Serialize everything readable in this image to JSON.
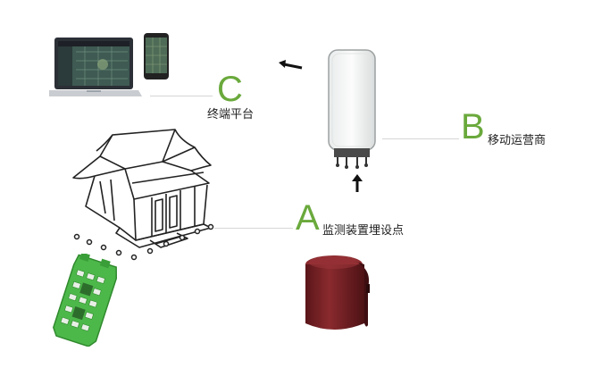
{
  "colors": {
    "accent": "#6aa93c",
    "text": "#222222",
    "connector": "#cfcfcf",
    "device_body": "#6e1f22",
    "board": "#4db84a"
  },
  "nodes": {
    "a": {
      "letter": "A",
      "label": "监测装置埋设点",
      "icon": "sensor-device-icon"
    },
    "b": {
      "letter": "B",
      "label": "移动运营商",
      "icon": "cellular-antenna-icon"
    },
    "c": {
      "letter": "C",
      "label": "终端平台",
      "icon": "laptop-and-phone-icon"
    }
  },
  "illustrations": [
    "laptop-icon",
    "phone-icon",
    "cellular-antenna-icon",
    "heritage-building-icon",
    "circuit-board-icon",
    "sensor-device-icon"
  ],
  "arrows": [
    "antenna-to-terminal-arrow",
    "sensor-to-antenna-arrow"
  ]
}
